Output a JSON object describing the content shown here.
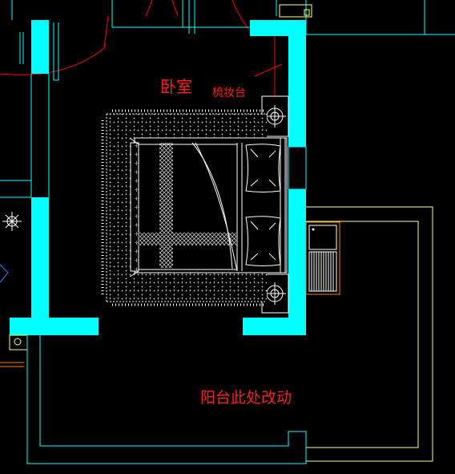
{
  "labels": {
    "bedroom": "卧室",
    "dresser": "梳妆台",
    "balcony_note": "阳台此处改动"
  },
  "colors": {
    "background": "#000000",
    "wall_fill": "#00ffff",
    "outline": "#00ffff",
    "balcony_outline": "#ffff80",
    "furniture": "#ffffff",
    "annotation": "#ff2020",
    "door_swing": "#ff0000",
    "orange_detail": "#ff8000"
  }
}
